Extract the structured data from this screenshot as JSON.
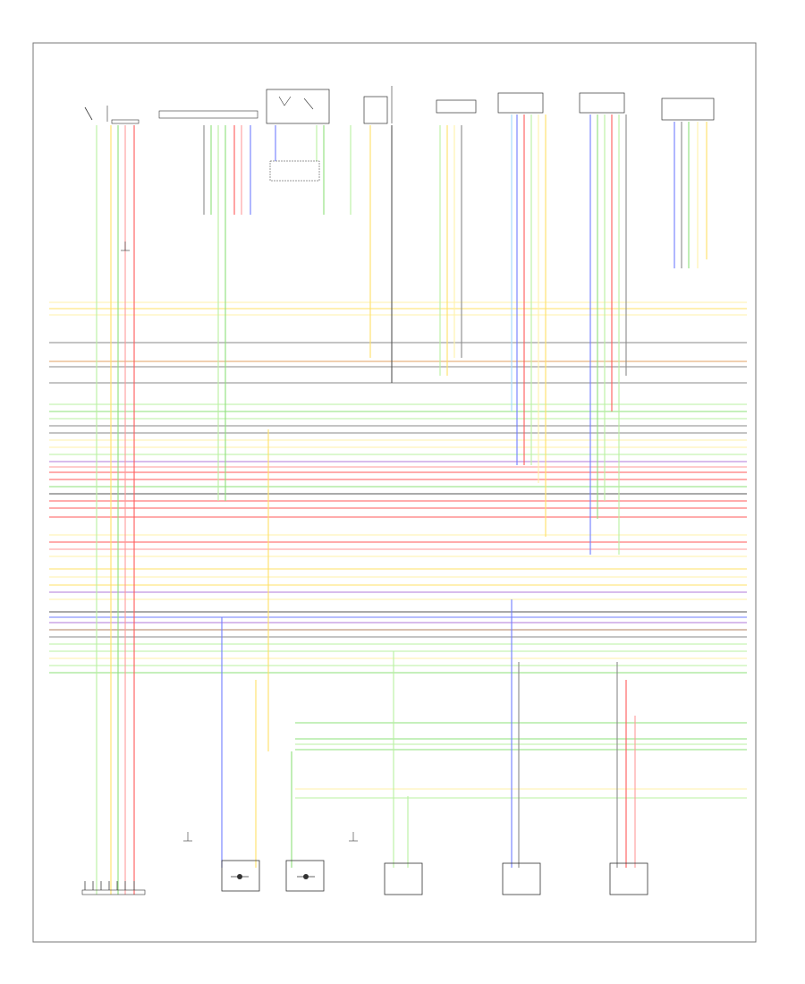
{
  "diagram": {
    "page_label": "",
    "components": [
      {
        "key": "ign",
        "label": ""
      },
      {
        "key": "jb",
        "label": ""
      },
      {
        "key": "ptc",
        "label": ""
      },
      {
        "key": "fuse",
        "label": ""
      },
      {
        "key": "mod1",
        "label": ""
      },
      {
        "key": "mod2",
        "label": ""
      },
      {
        "key": "mod3",
        "label": ""
      },
      {
        "key": "mod4",
        "label": ""
      },
      {
        "key": "bot_left",
        "label": ""
      },
      {
        "key": "hs1",
        "label": ""
      },
      {
        "key": "hs2",
        "label": ""
      },
      {
        "key": "sens1",
        "label": ""
      },
      {
        "key": "sens2",
        "label": ""
      },
      {
        "key": "sens3",
        "label": ""
      }
    ],
    "wire_colors": {
      "yellow": "#ffe066",
      "lightyellow": "#fff2a8",
      "green": "#8ee07a",
      "lightgreen": "#b8f0a0",
      "red": "#ff5a5a",
      "pink": "#ff9a9a",
      "blue": "#6f7cff",
      "lightblue": "#9fd8ff",
      "gray": "#8a8a8a",
      "darkgray": "#555555",
      "orange": "#e0a060",
      "brown": "#b08060",
      "purple": "#b07ad8",
      "black": "#333333",
      "cyan": "#7ee8e8"
    }
  }
}
